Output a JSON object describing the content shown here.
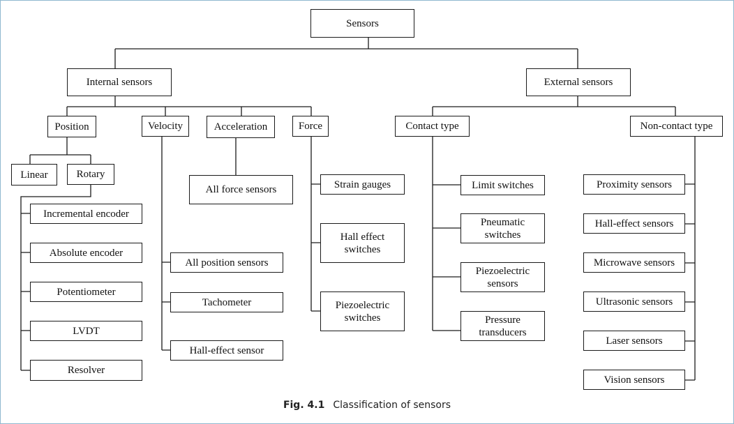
{
  "diagram": {
    "nodes": {
      "sensors": "Sensors",
      "internal": "Internal sensors",
      "external": "External sensors",
      "position": "Position",
      "velocity": "Velocity",
      "acceleration": "Acceleration",
      "force": "Force",
      "contact": "Contact type",
      "noncontact": "Non-contact type",
      "linear": "Linear",
      "rotary": "Rotary",
      "incremental": "Incremental encoder",
      "absolute": "Absolute encoder",
      "potentiometer": "Potentiometer",
      "lvdt": "LVDT",
      "resolver": "Resolver",
      "all_position": "All position sensors",
      "tachometer": "Tachometer",
      "hall_sensor": "Hall-effect sensor",
      "all_force": "All force sensors",
      "strain": "Strain gauges",
      "hall_switches": "Hall effect\nswitches",
      "piezo_switches": "Piezoelectric\nswitches",
      "limit": "Limit switches",
      "pneumatic": "Pneumatic\nswitches",
      "piezo_sensors": "Piezoelectric\nsensors",
      "pressure": "Pressure\ntransducers",
      "proximity": "Proximity sensors",
      "hall_sensors": "Hall-effect sensors",
      "microwave": "Microwave sensors",
      "ultrasonic": "Ultrasonic sensors",
      "laser": "Laser sensors",
      "vision": "Vision sensors"
    },
    "caption": {
      "label": "Fig. 4.1",
      "text": "Classification of sensors"
    }
  }
}
